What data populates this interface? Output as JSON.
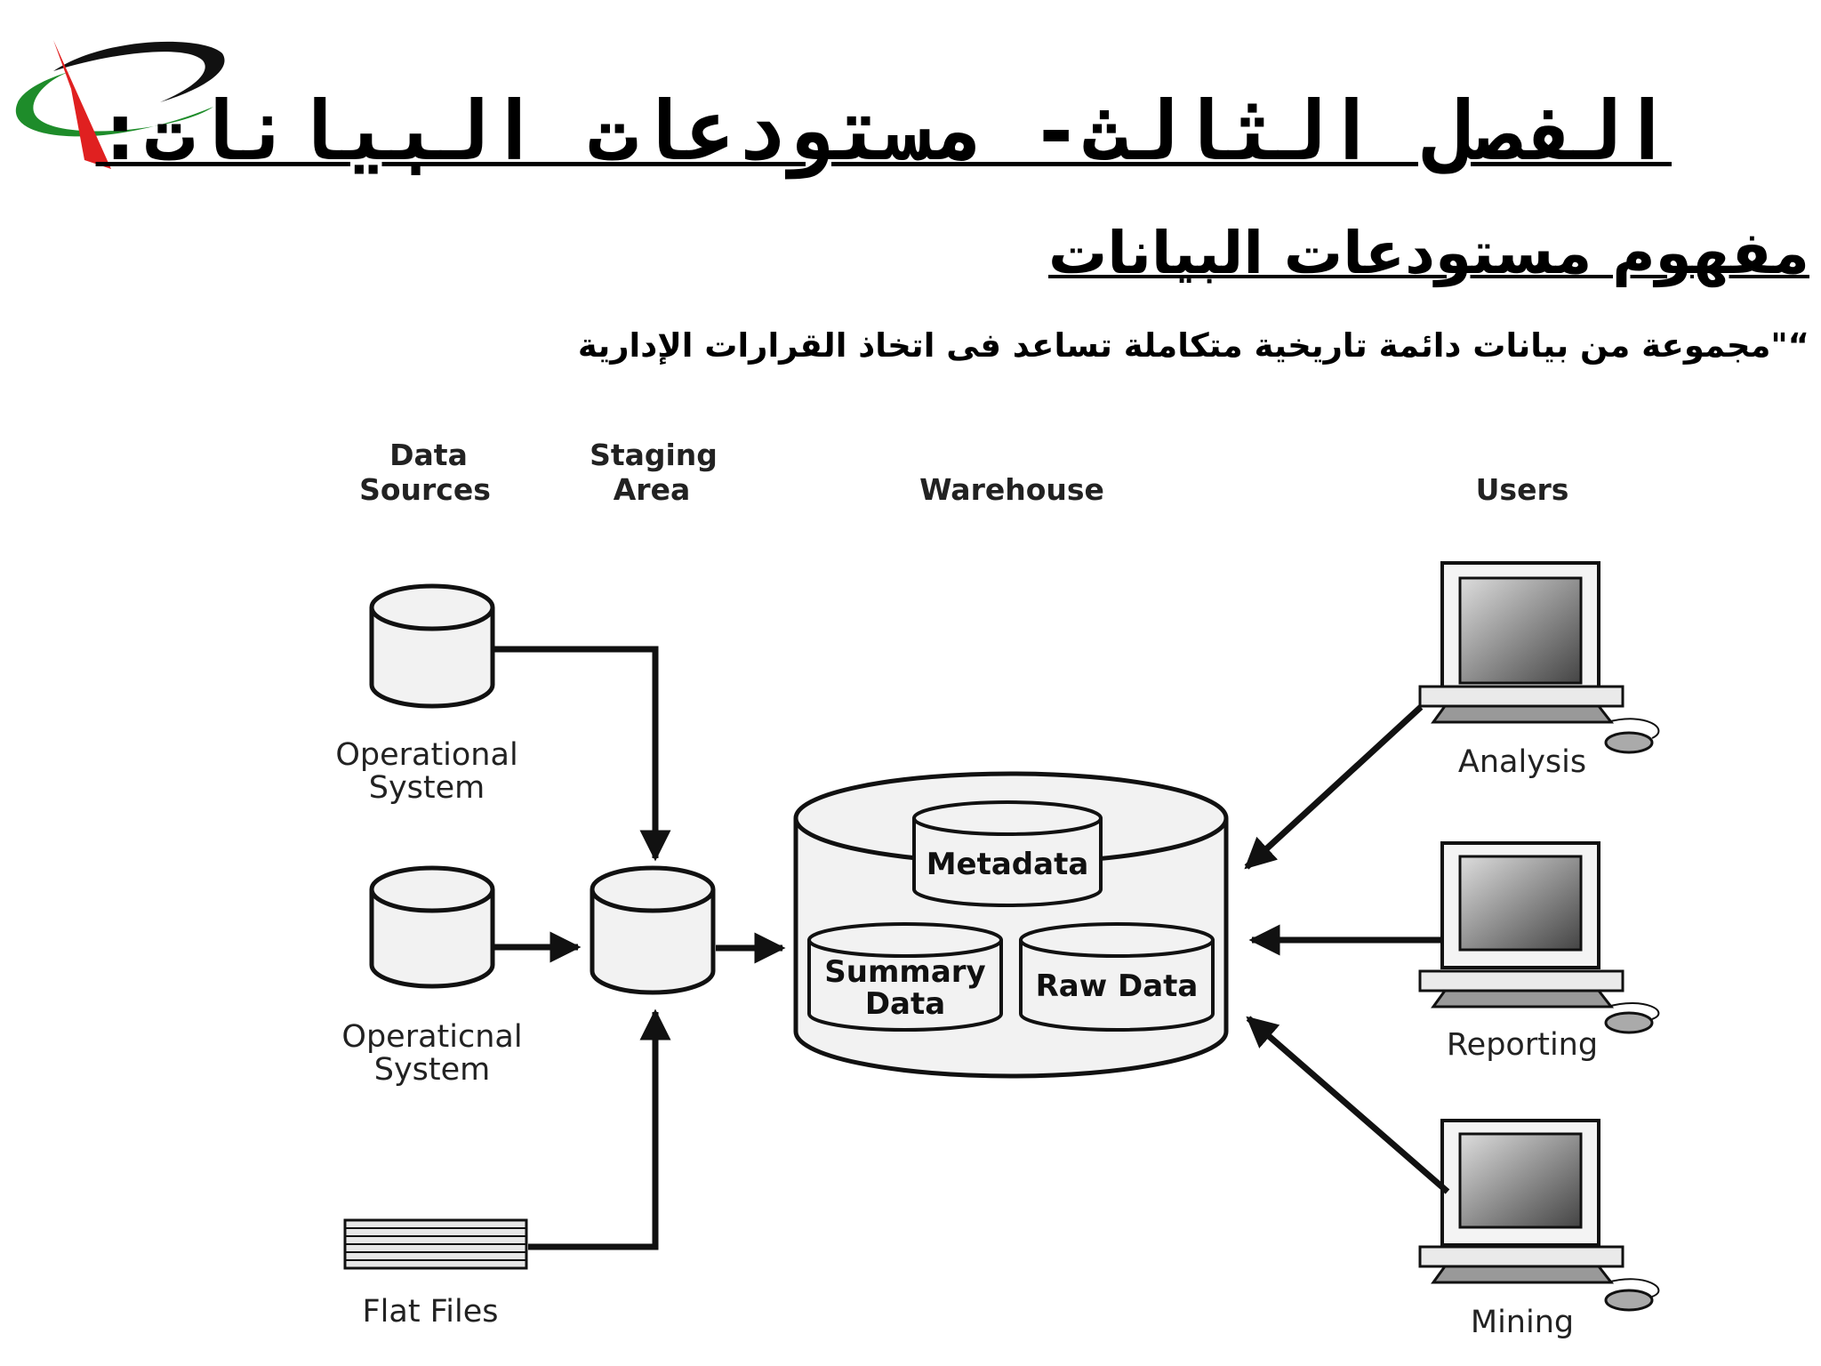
{
  "title": "الفصل الثالث- مستودعات البيانات:",
  "subtitle": "مفهوم مستودعات البيانات",
  "definition": "“\"مجموعة من بيانات دائمة تاريخية متكاملة تساعد فى اتخاذ القرارات الإدارية",
  "diagram": {
    "column_headers": {
      "data_sources": [
        "Data",
        "Sources"
      ],
      "staging_area": [
        "Staging",
        "Area"
      ],
      "warehouse": "Warehouse",
      "users": "Users"
    },
    "sources": {
      "source_1": [
        "Operational",
        "System"
      ],
      "source_2": [
        "Operaticnal",
        "System"
      ],
      "flat_files": "Flat Files"
    },
    "warehouse_parts": {
      "metadata": "Metadata",
      "summary_data": [
        "Summary",
        "Data"
      ],
      "raw_data": "Raw Data"
    },
    "users": {
      "analysis": "Analysis",
      "reporting": "Reporting",
      "mining": "Mining"
    }
  },
  "colors": {
    "logo_green": "#1e8c2a",
    "logo_red": "#e02020",
    "logo_dark": "#111111",
    "cylinder_fill": "#f2f2f2",
    "screen_gradient_light": "#dddddd",
    "screen_gradient_dark": "#444444"
  }
}
